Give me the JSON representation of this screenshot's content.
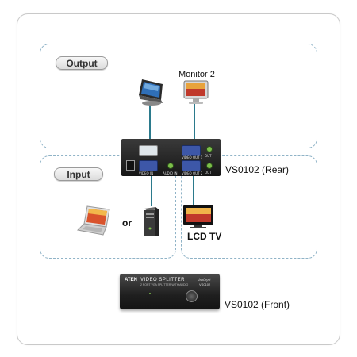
{
  "sections": {
    "output_label": "Output",
    "input_label": "Input"
  },
  "devices": {
    "monitor2_label": "Monitor 2",
    "lcd_tv_label": "LCD TV",
    "or_label": "or"
  },
  "units": {
    "rear_label": "VS0102 (Rear)",
    "front_label": "VS0102 (Front)",
    "front_brand": "ATEN",
    "front_title": "VIDEO SPLITTER",
    "front_subtitle": "2 PORT VGA SPLITTER WITH AUDIO",
    "front_model_brand": "VanCryst",
    "front_model": "VS0102",
    "rear_port_labels": [
      "VIDEO IN",
      "AUDIO IN",
      "VIDEO OUT 1",
      "VIDEO OUT 2",
      "OUT",
      "OUT"
    ]
  },
  "colors": {
    "cable": "#2b7a8c",
    "zone_border": "#8fb3c7",
    "card_border": "#c9c9c9"
  },
  "icons": [
    "touch-monitor-icon",
    "crt-monitor-icon",
    "lcd-tv-icon",
    "laptop-icon",
    "desktop-tower-icon"
  ]
}
